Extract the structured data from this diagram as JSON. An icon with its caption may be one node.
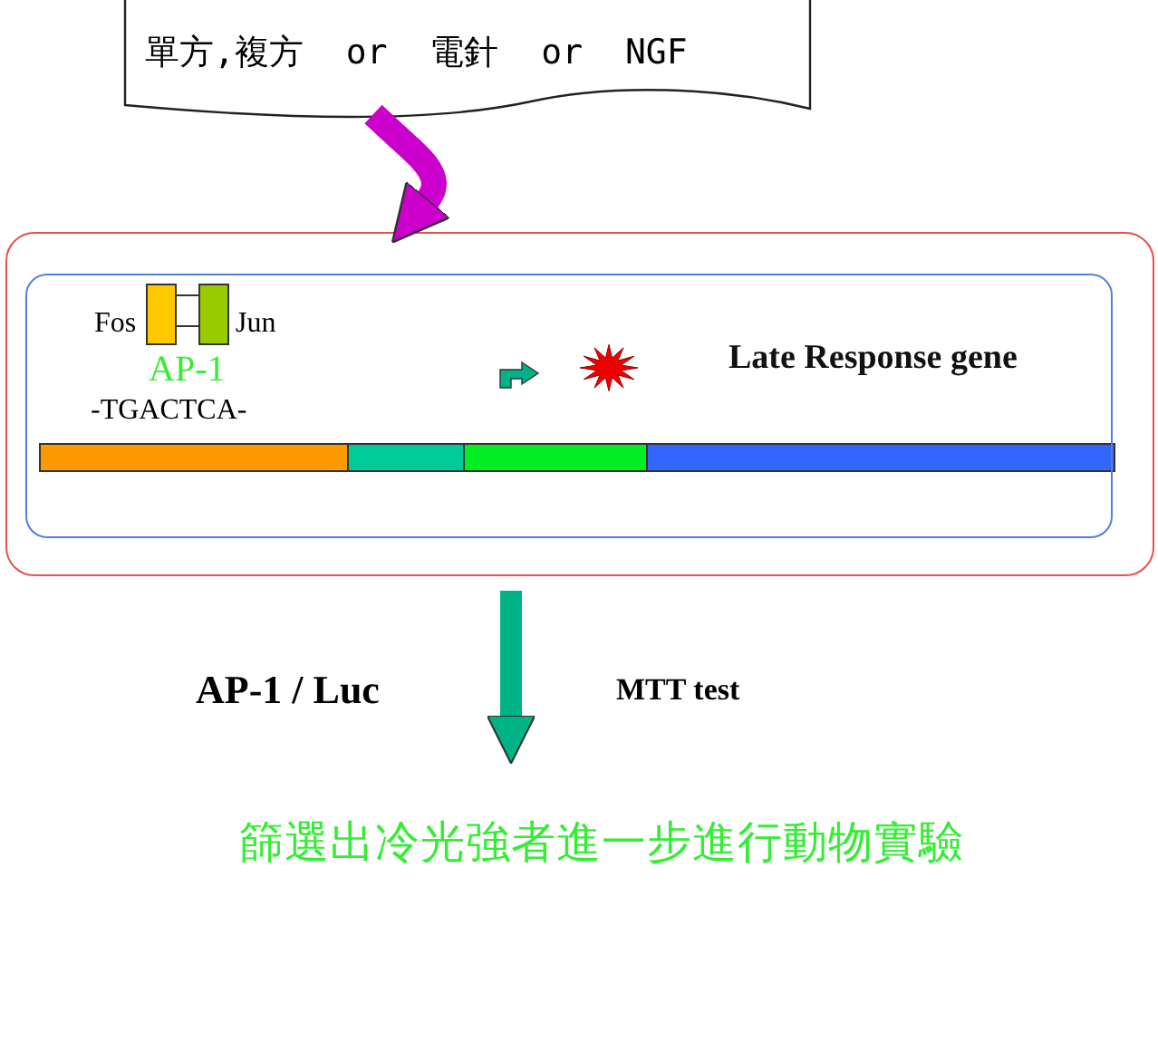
{
  "diagram": {
    "nodes": [
      {
        "text": [
          "單方,複方 or 電針 or NGF"
        ]
      },
      {
        "text": [],
        "shape": "box"
      },
      {
        "text": [],
        "shape": "box",
        "in": 1
      },
      {
        "text": [
          "篩選出冷光強者進一步進行動物實驗"
        ]
      }
    ],
    "edges": [
      {
        "from": 0,
        "to": 1,
        "arrow": "to",
        "color": "#cc00cc"
      },
      {
        "from": 1,
        "to": 3,
        "arrow": "to",
        "color": "#00b386"
      }
    ],
    "labels": [
      "Fos",
      "Jun",
      "AP-1",
      "-TGACTCA-",
      "Late Response gene",
      "AP-1 / Luc",
      "MTT test"
    ]
  }
}
